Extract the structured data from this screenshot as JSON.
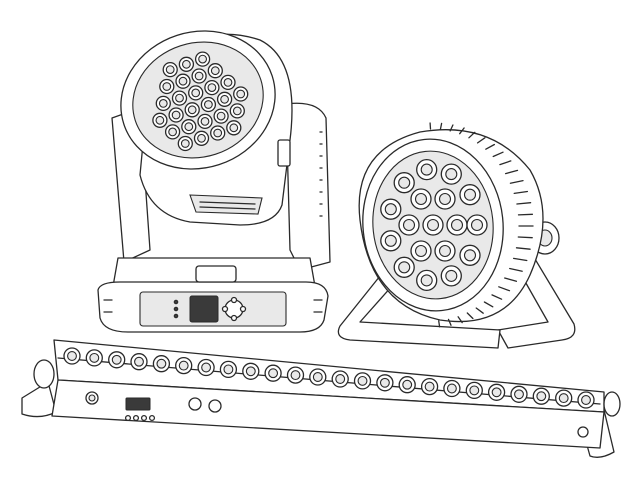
{
  "palette": {
    "line": "#2a2a2a",
    "fill": "#ffffff",
    "shade": "#e9e9e9",
    "dark": "#3a3a3a"
  },
  "fixtures": [
    {
      "icon": "moving-head-fixture-icon",
      "led_count": 27
    },
    {
      "icon": "par-can-fixture-icon",
      "led_count": 18
    },
    {
      "icon": "led-bar-fixture-icon",
      "led_count": 24
    }
  ]
}
